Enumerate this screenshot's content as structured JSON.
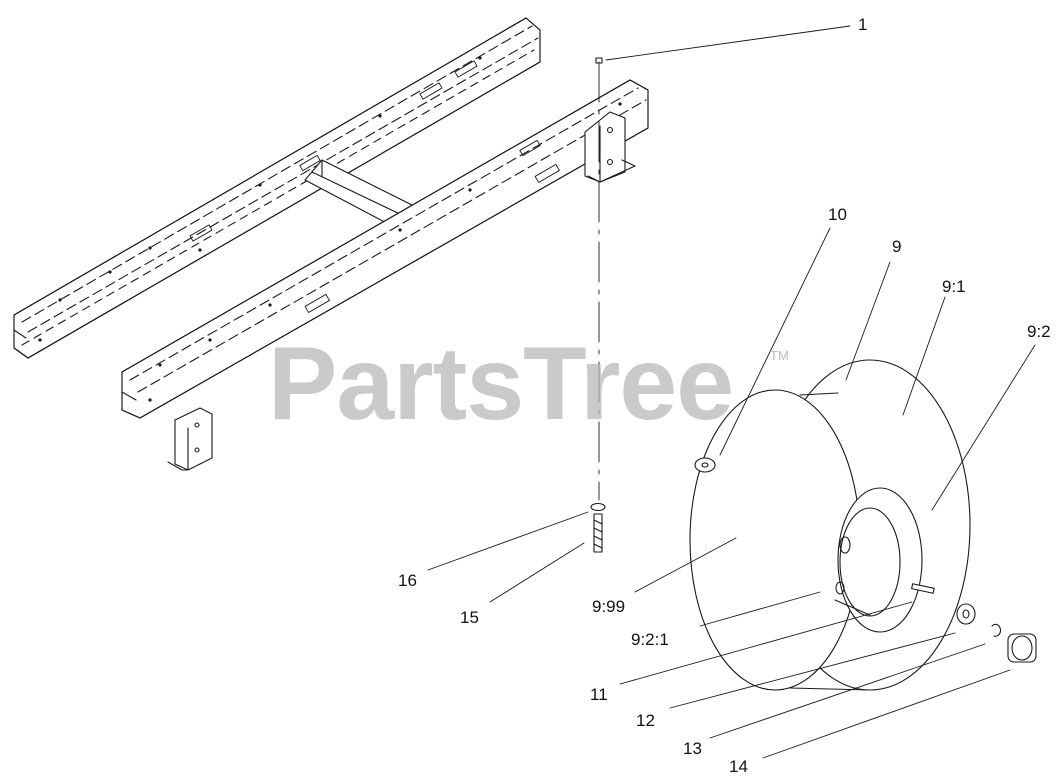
{
  "watermark": {
    "text": "PartsTree",
    "tm": "TM"
  },
  "callouts": [
    {
      "id": "1",
      "text": "1"
    },
    {
      "id": "10",
      "text": "10"
    },
    {
      "id": "9",
      "text": "9"
    },
    {
      "id": "9-1",
      "text": "9:1"
    },
    {
      "id": "9-2",
      "text": "9:2"
    },
    {
      "id": "16",
      "text": "16"
    },
    {
      "id": "15",
      "text": "15"
    },
    {
      "id": "9-99",
      "text": "9:99"
    },
    {
      "id": "9-2-1",
      "text": "9:2:1"
    },
    {
      "id": "11",
      "text": "11"
    },
    {
      "id": "12",
      "text": "12"
    },
    {
      "id": "13",
      "text": "13"
    },
    {
      "id": "14",
      "text": "14"
    }
  ]
}
